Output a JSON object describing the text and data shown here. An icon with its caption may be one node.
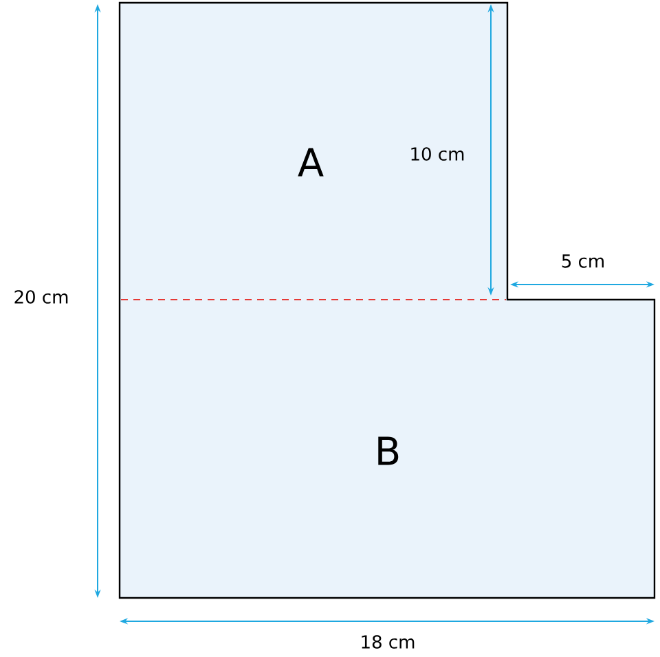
{
  "diagram": {
    "nodes": [
      {
        "text": [
          "A"
        ]
      },
      {
        "text": [
          "B"
        ]
      }
    ],
    "labels": [
      "10 cm",
      "5 cm",
      "20 cm",
      "18 cm"
    ]
  }
}
